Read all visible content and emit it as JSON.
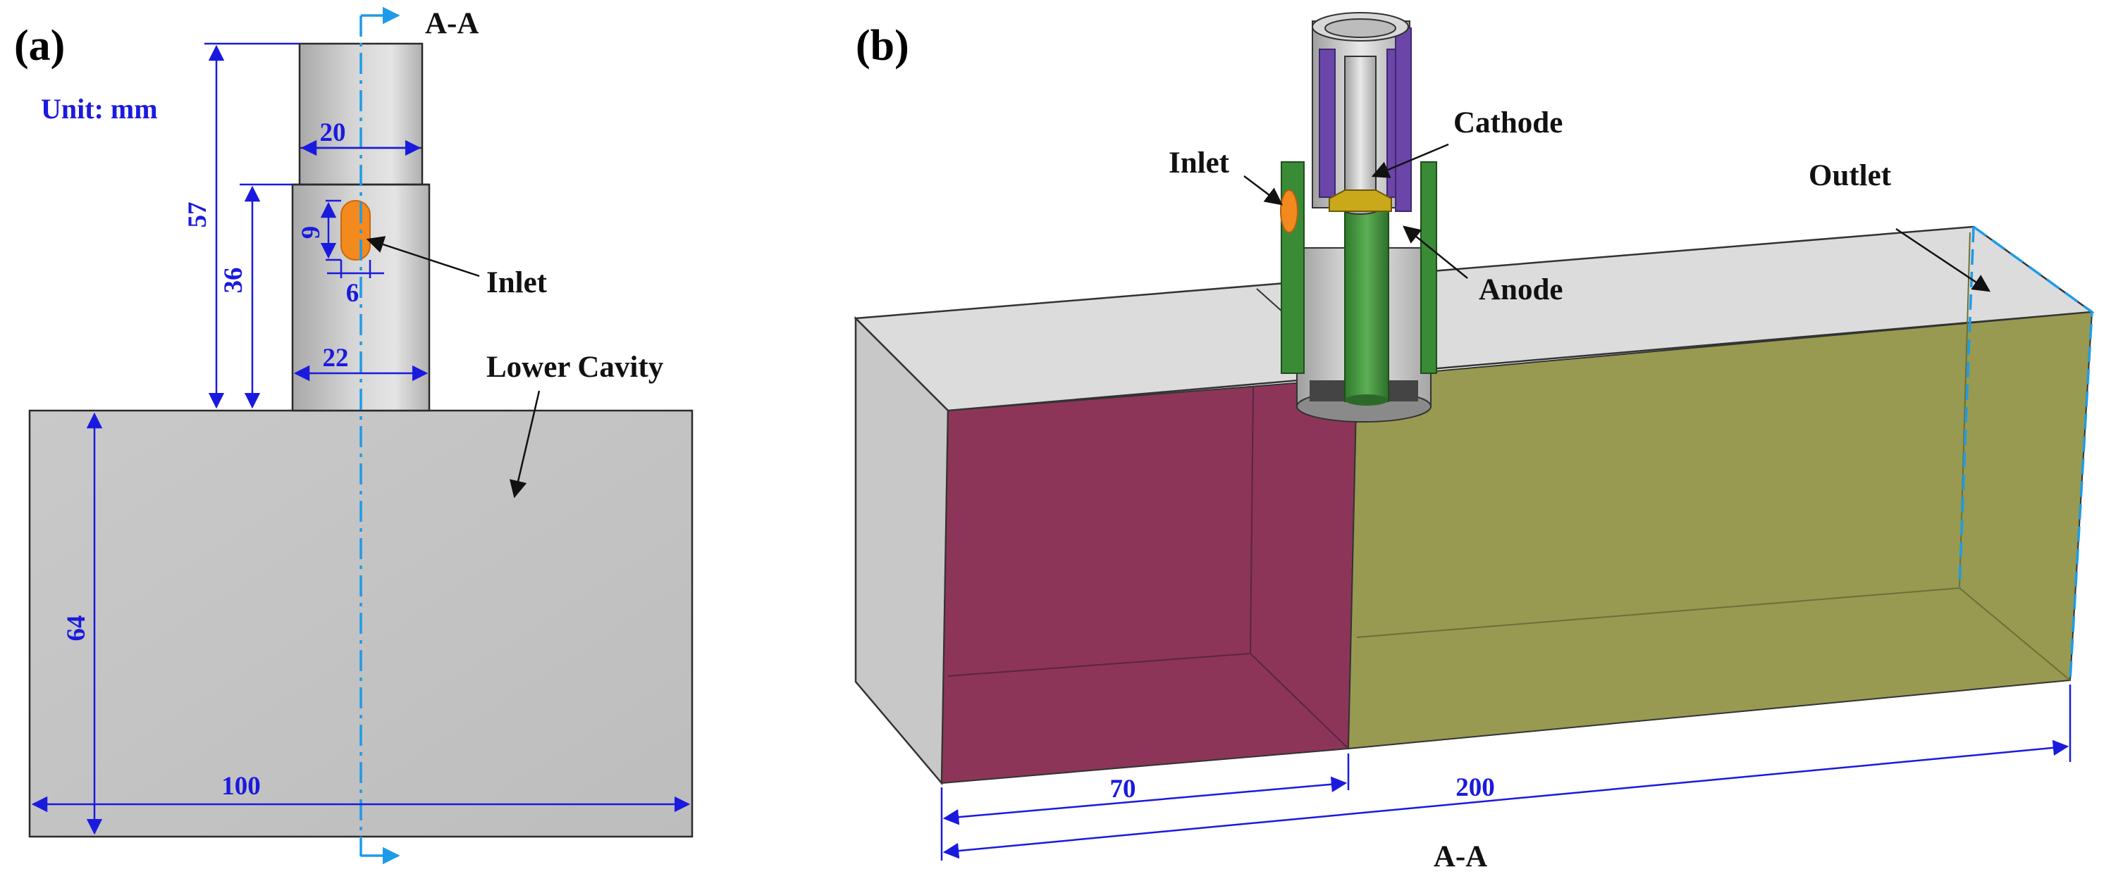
{
  "panel_a": {
    "label": "(a)",
    "unit_note": "Unit: mm",
    "section_label": "A-A",
    "annotations": {
      "inlet": "Inlet",
      "lower_cavity": "Lower Cavity"
    },
    "dimensions": {
      "total_height": "57",
      "lower_nozzle_height": "36",
      "upper_diameter": "20",
      "lower_diameter": "22",
      "inlet_height": "9",
      "inlet_width": "6",
      "cavity_height": "64",
      "cavity_width": "100"
    },
    "colors": {
      "body_fill": "#c2c2c2",
      "inlet_fill": "#f28a1e",
      "dimension": "#1a1adf",
      "section_axis": "#1e9be8"
    }
  },
  "panel_b": {
    "label": "(b)",
    "annotations": {
      "inlet": "Inlet",
      "cathode": "Cathode",
      "anode": "Anode",
      "outlet": "Outlet"
    },
    "section_label": "A-A",
    "dimensions": {
      "cavity_part": "70",
      "total_length": "200"
    },
    "colors": {
      "magenta_face": "#8c3559",
      "olive_face": "#979a50",
      "top_face": "#dcdcdc",
      "side_face": "#c8c8c8",
      "anode_green": "#3a8b36",
      "cathode_purple": "#6b46a8"
    }
  }
}
